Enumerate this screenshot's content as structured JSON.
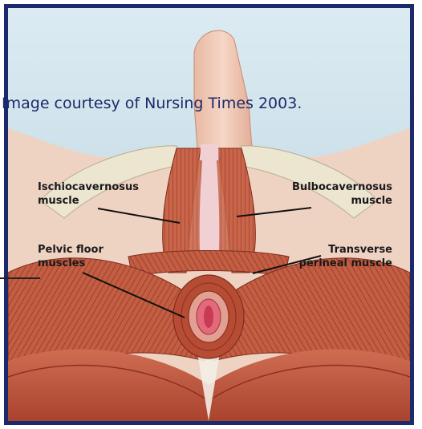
{
  "figure": {
    "credit": "Image courtesy of Nursing Times 2003.",
    "labels": {
      "ischio_line1": "Ischiocavernosus",
      "ischio_line2": "muscle",
      "bulbo_line1": "Bulbocavernosus",
      "bulbo_line2": "muscle",
      "pelvic_line1": "Pelvic floor",
      "pelvic_line2": "muscles",
      "transverse_line1": "Transverse",
      "transverse_line2": "perineal muscle"
    },
    "colors": {
      "frame": "#1c2a6b",
      "background_top": "#d6e6ee",
      "background_bottom": "#b9d2de",
      "muscle": "#c05a40",
      "muscle_dark": "#8e3424",
      "skin": "#f2c9b6",
      "tendon": "#efeadb"
    }
  }
}
